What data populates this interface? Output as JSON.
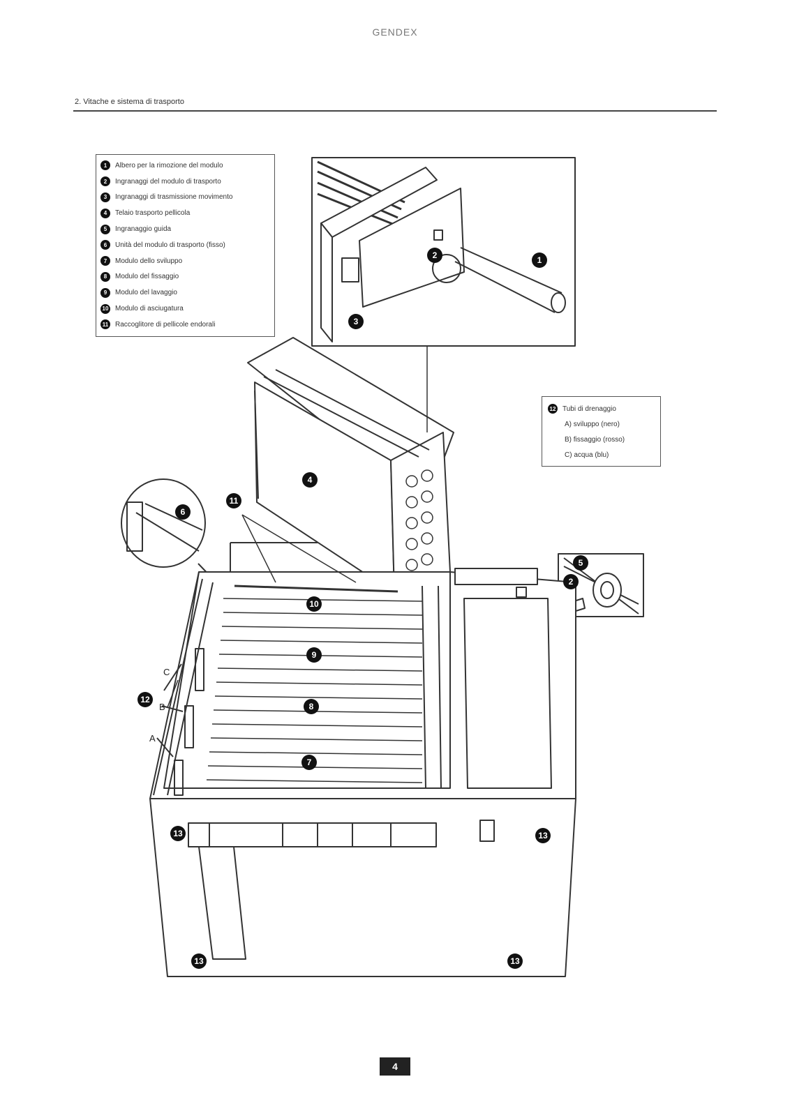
{
  "header": {
    "brand": "GENDEX"
  },
  "section": {
    "title": "2. Vitache e sistema di trasporto"
  },
  "legend": {
    "items": [
      {
        "number": "1",
        "label": "Albero per la rimozione del modulo"
      },
      {
        "number": "2",
        "label": "Ingranaggi del modulo di trasporto"
      },
      {
        "number": "3",
        "label": "Ingranaggi di trasmissione movimento"
      },
      {
        "number": "4",
        "label": "Telaio trasporto pellicola"
      },
      {
        "number": "5",
        "label": "Ingranaggio guida"
      },
      {
        "number": "6",
        "label": "Unità del modulo di trasporto (fisso)"
      },
      {
        "number": "7",
        "label": "Modulo dello sviluppo"
      },
      {
        "number": "8",
        "label": "Modulo del fissaggio"
      },
      {
        "number": "9",
        "label": "Modulo del lavaggio"
      },
      {
        "number": "10",
        "label": "Modulo di asciugatura"
      },
      {
        "number": "11",
        "label": "Raccoglitore di pellicole endorali"
      }
    ]
  },
  "legend2": {
    "title_number": "12",
    "title": "Tubi di drenaggio",
    "items": [
      "A) sviluppo (nero)",
      "B) fissaggio (rosso)",
      "C) acqua (blu)"
    ]
  },
  "drawing": {
    "callouts": [
      "1",
      "2",
      "3",
      "4",
      "5",
      "2",
      "6",
      "11",
      "10",
      "9",
      "8",
      "7",
      "12",
      "13",
      "13",
      "13",
      "13"
    ],
    "letters": [
      "C",
      "B",
      "A"
    ]
  },
  "footer": {
    "page_number": "4"
  }
}
